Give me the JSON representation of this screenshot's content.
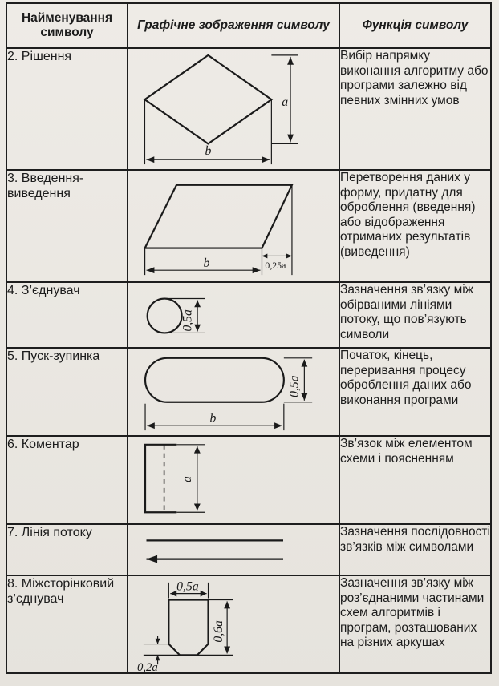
{
  "header": {
    "col_name": "Найменування символу",
    "col_figure": "Графічне зображення символу",
    "col_function": "Функція символу"
  },
  "rows": [
    {
      "name": "2. Рішення",
      "function": "Вибір напрямку виконання алгоритму або програми залежно від певних змінних умов",
      "labels": {
        "height": "a",
        "width": "b"
      }
    },
    {
      "name": "3. Введення-виведення",
      "function": "Перетворення даних у форму, придатну для оброблення (введення) або відображення отриманих результатів (виведення)",
      "labels": {
        "offset": "0,25a",
        "width": "b"
      }
    },
    {
      "name": "4. З’єднувач",
      "function": "Зазначення зв’язку між обірваними лініями потоку, що пов’язують символи",
      "labels": {
        "diameter": "0,5a"
      }
    },
    {
      "name": "5. Пуск-зупинка",
      "function": "Початок, кінець, переривання процесу оброблення даних або виконання програми",
      "labels": {
        "height": "0,5a",
        "width": "b"
      }
    },
    {
      "name": "6. Коментар",
      "function": "Зв’язок між елементом схеми і поясненням",
      "labels": {
        "height": "a"
      }
    },
    {
      "name": "7. Лінія потоку",
      "function": "Зазначення послідовності зв’язків між символами",
      "labels": {}
    },
    {
      "name": "8. Міжсторінковий з’єднувач",
      "function": "Зазначення зв’язку між роз’єднаними частинами схем алгоритмів і програм, розташованих на різних аркушах",
      "labels": {
        "top": "0,5a",
        "height": "0,6a",
        "bottom": "0,2a"
      }
    }
  ]
}
